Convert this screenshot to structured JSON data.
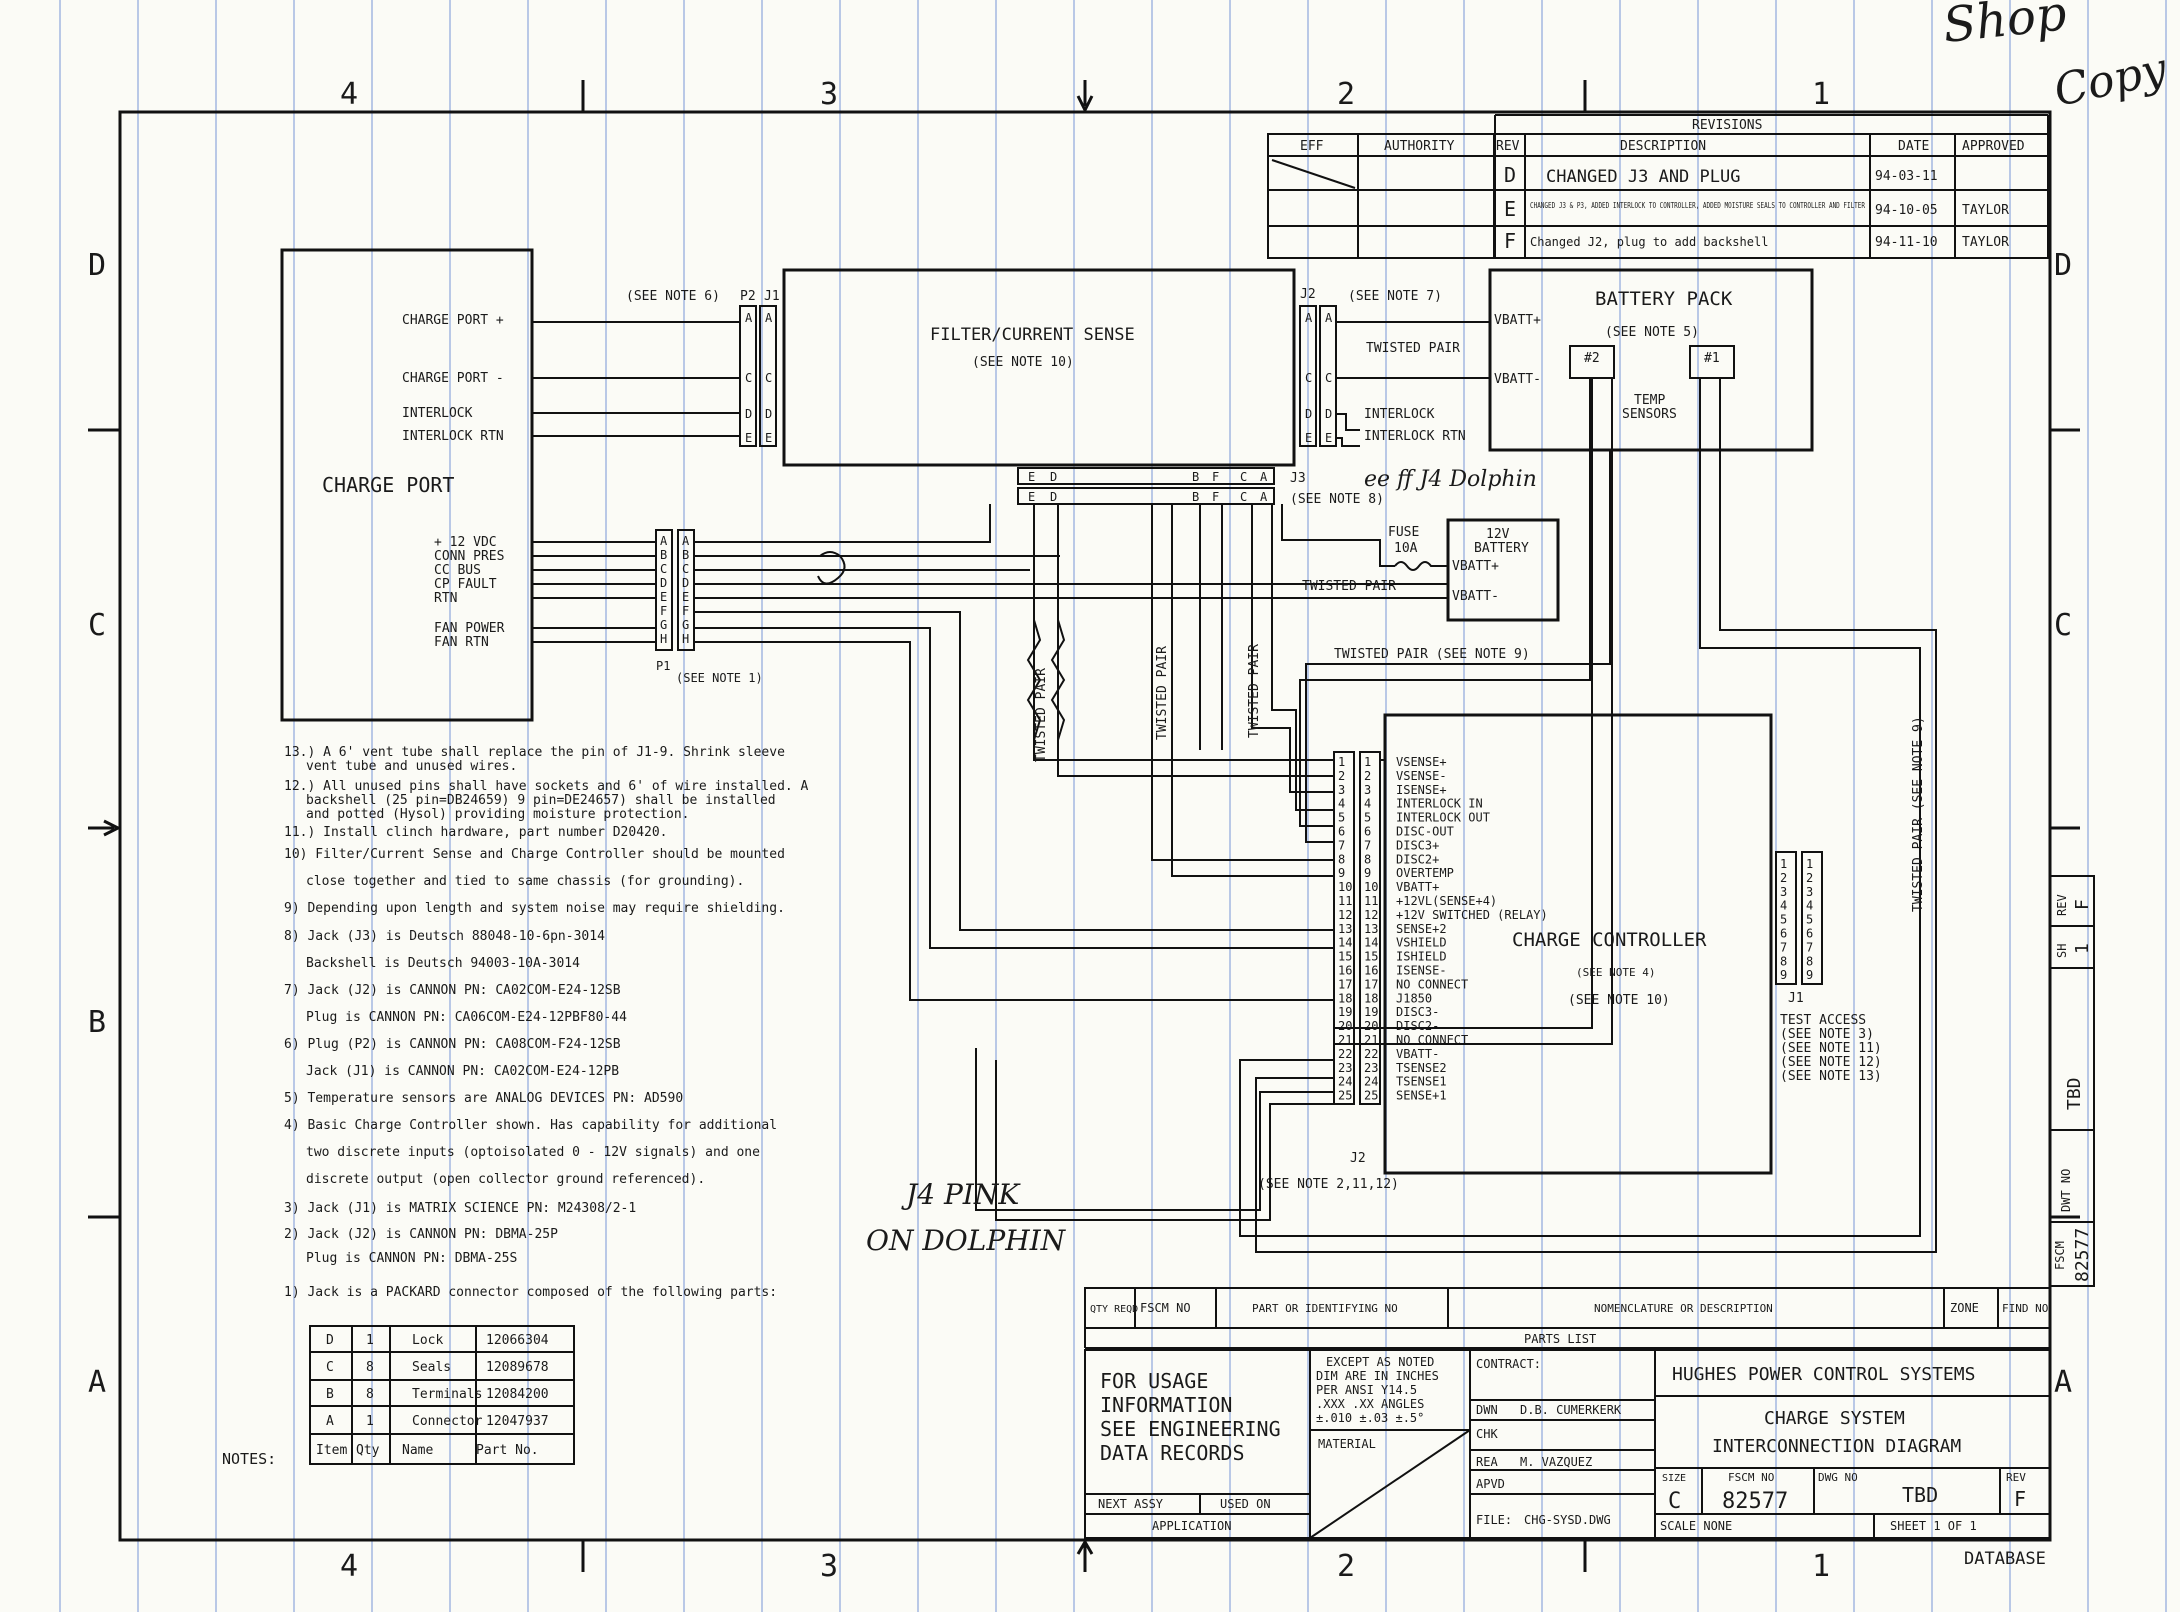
{
  "handwriting": {
    "shop_copy_1": "Shop",
    "shop_copy_2": "Copy",
    "j4_dolphin": "ee ff J4 Dolphin",
    "j4_pink": "J4 PINK",
    "on_dolphin": "ON DOLPHIN"
  },
  "zones": {
    "columns": [
      "4",
      "3",
      "2",
      "1"
    ],
    "rows": [
      "D",
      "C",
      "B",
      "A"
    ]
  },
  "revisions": {
    "title": "REVISIONS",
    "headers": [
      "EFF",
      "AUTHORITY",
      "REV",
      "DESCRIPTION",
      "DATE",
      "APPROVED"
    ],
    "rows": [
      {
        "rev": "D",
        "description": "CHANGED J3 AND PLUG",
        "date": "94-03-11",
        "approved": ""
      },
      {
        "rev": "E",
        "description": "CHANGED J3 & P3, ADDED INTERLOCK TO CONTROLLER, ADDED MOISTURE SEALS TO CONTROLLER AND FILTER",
        "date": "94-10-05",
        "approved": "TAYLOR"
      },
      {
        "rev": "F",
        "description": "Changed J2, plug to add backshell",
        "date": "94-11-10",
        "approved": "TAYLOR"
      }
    ]
  },
  "charge_port": {
    "title": "CHARGE PORT",
    "pins_top": [
      "CHARGE PORT +",
      "CHARGE PORT -",
      "INTERLOCK",
      "INTERLOCK RTN"
    ],
    "pins_bottom": [
      "+ 12 VDC",
      "CONN PRES",
      "CC BUS",
      "CP FAULT",
      "RTN",
      "FAN POWER",
      "FAN RTN"
    ]
  },
  "filter": {
    "title": "FILTER/CURRENT SENSE",
    "note": "(SEE NOTE 10)",
    "left_note": "(SEE NOTE 6)",
    "p2": "P2",
    "j1": "J1",
    "j2": "J2",
    "j3": "J3",
    "right_note": "(SEE NOTE 7)",
    "j3_note": "(SEE NOTE 8)"
  },
  "battery_pack": {
    "title": "BATTERY PACK",
    "note": "(SEE NOTE 5)",
    "vbatt_plus": "VBATT+",
    "vbatt_minus": "VBATT-",
    "s2": "#2",
    "s1": "#1",
    "temp": "TEMP",
    "sensors": "SENSORS",
    "twisted_pair": "TWISTED PAIR",
    "interlock": "INTERLOCK",
    "interlock_rtn": "INTERLOCK RTN"
  },
  "battery12": {
    "title1": "12V",
    "title2": "BATTERY",
    "vplus": "VBATT+",
    "vminus": "VBATT-",
    "fuse1": "FUSE",
    "fuse2": "10A",
    "twisted_pair": "TWISTED PAIR",
    "tp_note": "TWISTED PAIR (SEE NOTE 9)"
  },
  "p1": {
    "label": "P1",
    "note": "(SEE NOTE 1)",
    "letters": [
      "A",
      "B",
      "C",
      "D",
      "E",
      "F",
      "G",
      "H"
    ]
  },
  "labels": {
    "twisted_pair_v": "TWISTED PAIR",
    "tp_note9_v": "TWISTED PAIR (SEE NOTE 9)"
  },
  "controller": {
    "title": "CHARGE CONTROLLER",
    "note4": "(SEE NOTE 4)",
    "note10": "(SEE NOTE 10)",
    "j2": "J2",
    "j2_note": "(SEE NOTE 2,11,12)",
    "j1": "J1",
    "signals": [
      "VSENSE+",
      "VSENSE-",
      "ISENSE+",
      "INTERLOCK IN",
      "INTERLOCK OUT",
      "DISC-OUT",
      "DISC3+",
      "DISC2+",
      "OVERTEMP",
      "VBATT+",
      "+12VL(SENSE+4)",
      "+12V SWITCHED (RELAY)",
      "SENSE+2",
      "VSHIELD",
      "ISHIELD",
      "ISENSE-",
      "NO CONNECT",
      "J1850",
      "DISC3-",
      "DISC2-",
      "NO CONNECT",
      "VBATT-",
      "TSENSE2",
      "TSENSE1",
      "SENSE+1"
    ],
    "test_access": [
      "TEST ACCESS",
      "(SEE NOTE 3)",
      "(SEE NOTE 11)",
      "(SEE NOTE 12)",
      "(SEE NOTE 13)"
    ]
  },
  "notes": {
    "heading": "NOTES:",
    "lines": [
      "13.) A 6' vent tube shall replace the pin of J1-9. Shrink sleeve",
      "vent tube and unused wires.",
      "12.) All unused pins shall have sockets and 6' of wire installed. A",
      "backshell (25 pin=DB24659) 9 pin=DE24657) shall be installed",
      "and potted (Hysol) providing moisture protection.",
      "11.) Install clinch hardware, part number D20420.",
      "10) Filter/Current Sense and Charge Controller should be mounted",
      "close together and tied to same chassis (for grounding).",
      "9) Depending upon length and system noise may require shielding.",
      "8) Jack (J3) is Deutsch 88048-10-6pn-3014",
      "Backshell is Deutsch 94003-10A-3014",
      "7) Jack (J2) is CANNON PN: CA02COM-E24-12SB",
      "Plug is CANNON PN: CA06COM-E24-12PBF80-44",
      "6) Plug (P2) is CANNON PN: CA08COM-F24-12SB",
      "Jack (J1) is CANNON PN: CA02COM-E24-12PB",
      "5) Temperature sensors are ANALOG DEVICES PN: AD590",
      "4) Basic Charge Controller shown. Has capability for additional",
      "two discrete inputs (optoisolated 0 - 12V signals) and one",
      "discrete output (open collector ground referenced).",
      "3) Jack (J1) is MATRIX SCIENCE PN: M24308/2-1",
      "2) Jack (J2) is CANNON PN: DBMA-25P",
      "Plug is CANNON PN: DBMA-25S",
      "1) Jack is a PACKARD connector composed of the following parts:"
    ]
  },
  "packard": {
    "headers": [
      "Item",
      "Qty",
      "Name",
      "Part No."
    ],
    "rows": [
      [
        "D",
        "1",
        "Lock",
        "12066304"
      ],
      [
        "C",
        "8",
        "Seals",
        "12089678"
      ],
      [
        "B",
        "8",
        "Terminals",
        "12084200"
      ],
      [
        "A",
        "1",
        "Connector",
        "12047937"
      ]
    ]
  },
  "parts_list": {
    "qty": "QTY REQD",
    "fscm": "FSCM NO",
    "part": "PART OR IDENTIFYING NO",
    "nomen": "NOMENCLATURE OR DESCRIPTION",
    "zone": "ZONE",
    "find": "FIND NO",
    "title": "PARTS LIST"
  },
  "title_block": {
    "usage": [
      "FOR USAGE",
      "INFORMATION",
      "SEE ENGINEERING",
      "DATA RECORDS"
    ],
    "except": [
      "EXCEPT AS NOTED",
      "DIM ARE IN INCHES",
      "PER ANSI Y14.5",
      ".XXX    .XX ANGLES",
      "±.010   ±.03   ±.5°"
    ],
    "material": "MATERIAL",
    "next_assy": "NEXT ASSY",
    "used_on": "USED ON",
    "application": "APPLICATION",
    "contract": "CONTRACT:",
    "dwn": "DWN",
    "dwn_name": "D.B. CUMERKERK",
    "chk": "CHK",
    "rea": "REA",
    "rea_name": "M. VAZQUEZ",
    "apvd": "APVD",
    "file": "FILE:",
    "file_name": "CHG-SYSD.DWG",
    "company": "HUGHES POWER CONTROL SYSTEMS",
    "title1": "CHARGE SYSTEM",
    "title2": "INTERCONNECTION DIAGRAM",
    "size_label": "SIZE",
    "size": "C",
    "fscm_label": "FSCM NO",
    "fscm": "82577",
    "dwg_label": "DWG NO",
    "dwg": "TBD",
    "rev_label": "REV",
    "rev": "F",
    "scale": "SCALE NONE",
    "sheet": "SHEET 1 OF 1",
    "database": "DATABASE"
  },
  "side_block": {
    "rev_label": "REV",
    "rev": "F",
    "sh_label": "SH",
    "sh": "1",
    "dwg": "TBD",
    "dwg_label": "DWT NO",
    "fscm_label": "FSCM",
    "fscm": "82577"
  }
}
